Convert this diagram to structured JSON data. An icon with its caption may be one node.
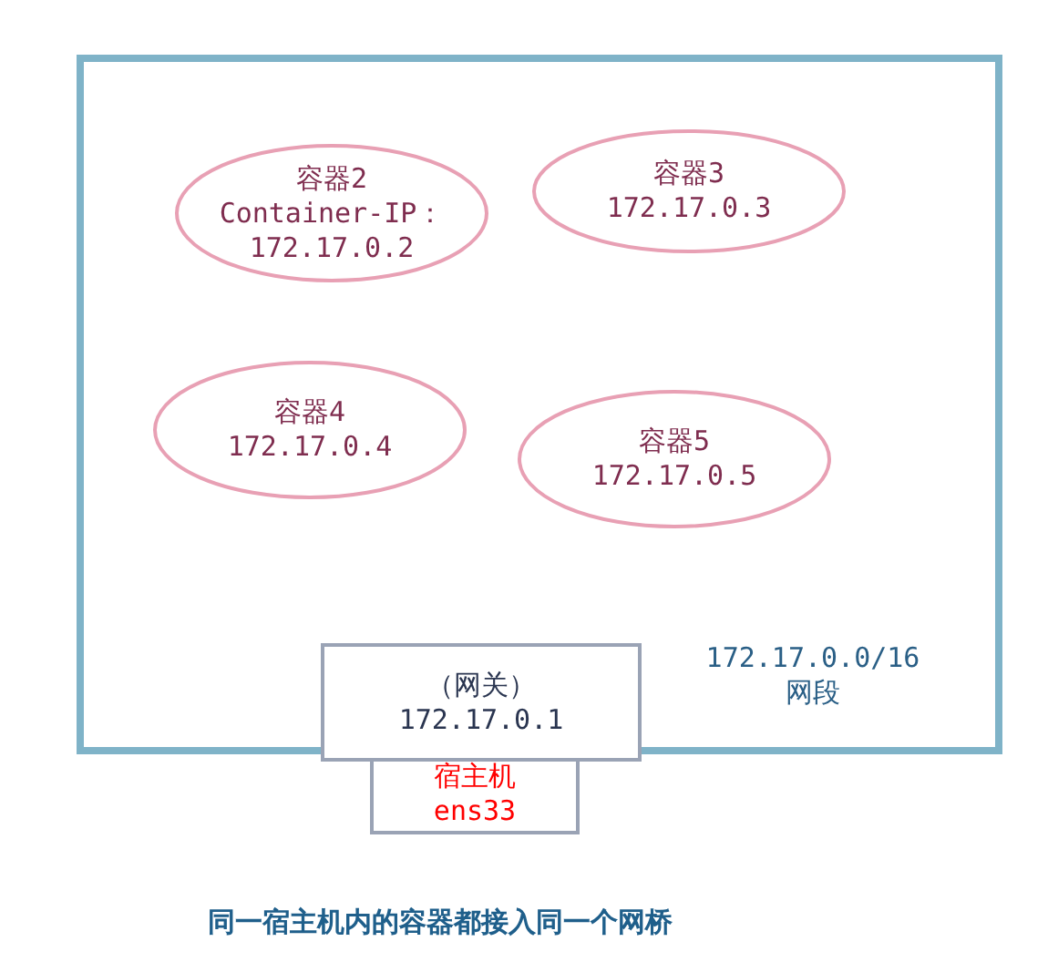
{
  "diagram": {
    "caption": "同一宿主机内的容器都接入同一个网桥",
    "nodes": [
      {
        "text": [
          "172.17.0.0/16 网段"
        ]
      },
      {
        "text": [
          "容器2",
          "Container-IP： 172.17.0.2"
        ],
        "in": 0
      },
      {
        "text": [
          "容器3",
          "172.17.0.3"
        ],
        "in": 0
      },
      {
        "text": [
          "容器4",
          "172.17.0.4"
        ],
        "in": 0
      },
      {
        "text": [
          "容器5",
          "172.17.0.5"
        ],
        "in": 0
      },
      {
        "text": [
          "（网关）",
          "172.17.0.1"
        ],
        "in": 0
      },
      {
        "text": [
          "宿主机",
          "ens33"
        ]
      }
    ]
  }
}
